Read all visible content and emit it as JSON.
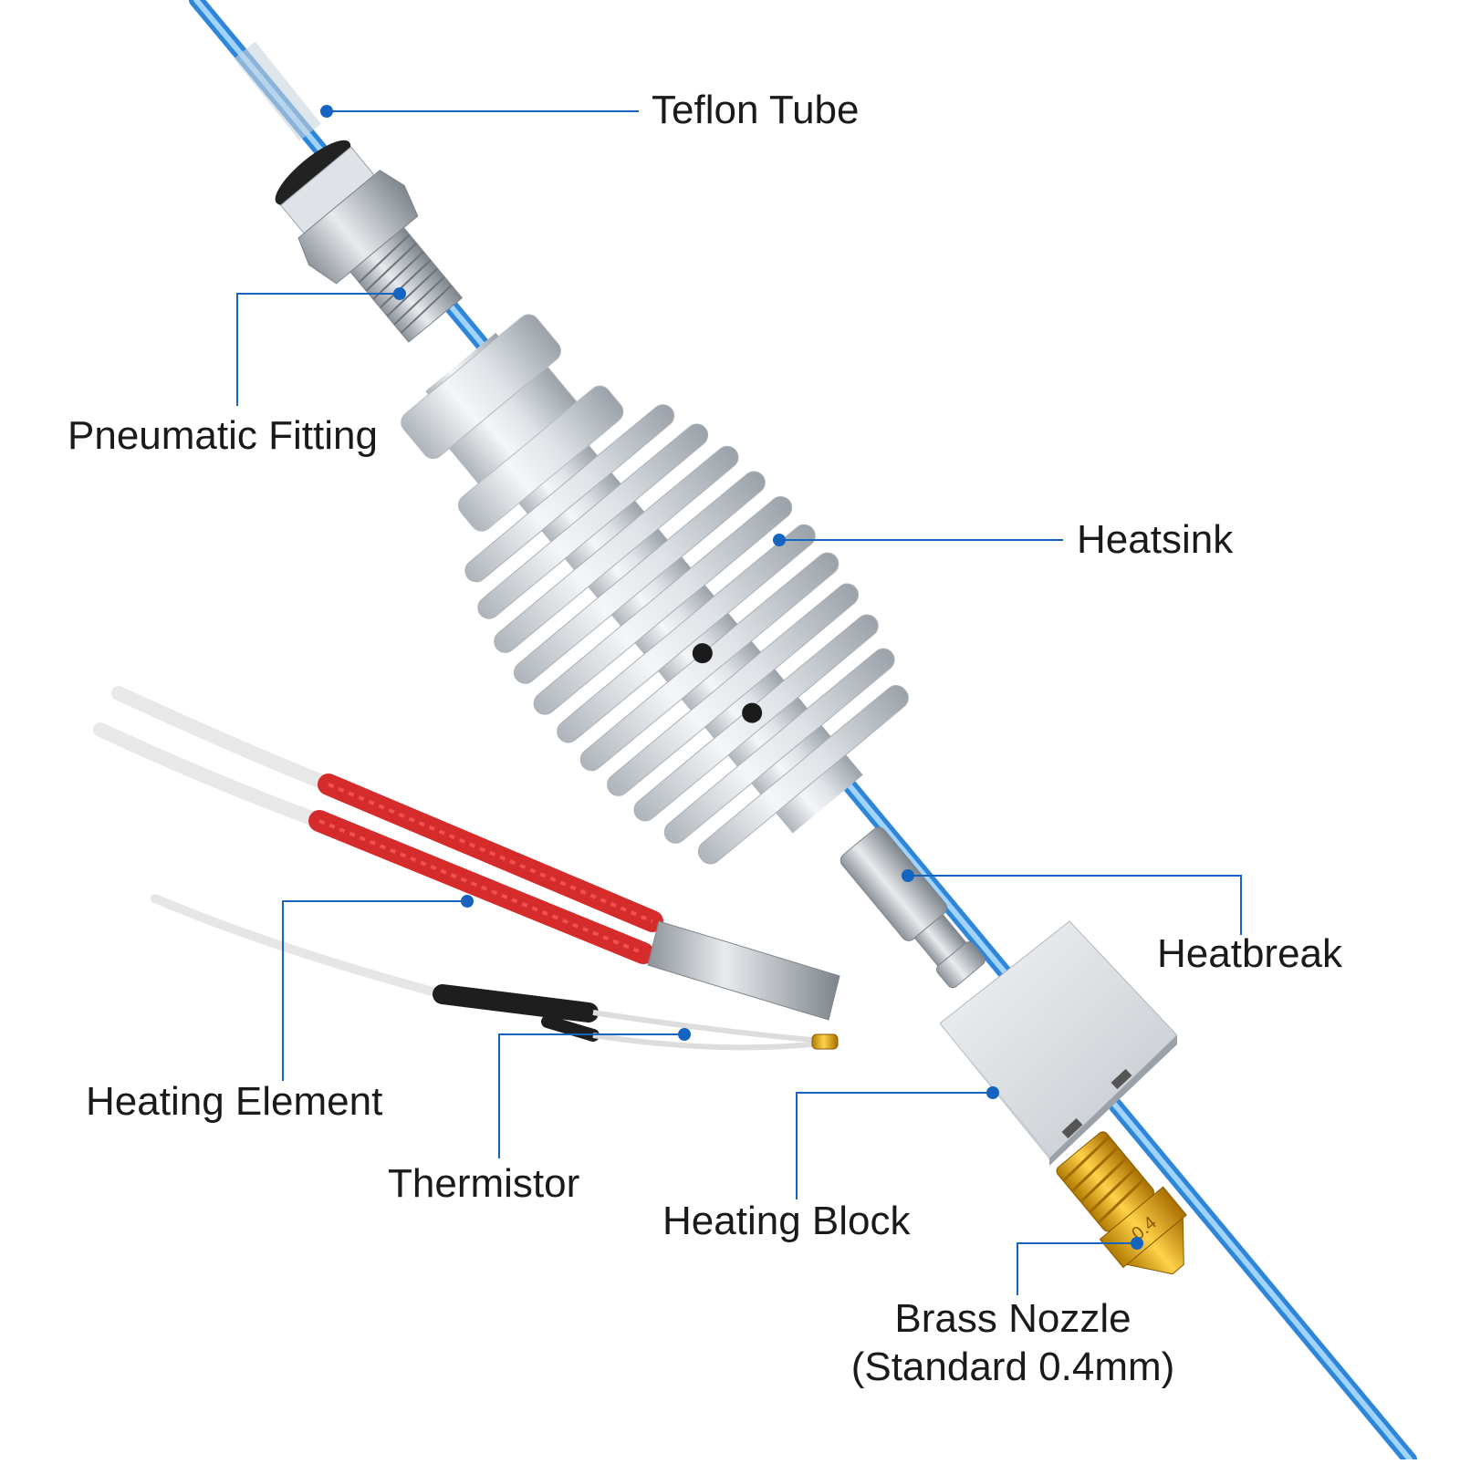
{
  "labels": {
    "teflon_tube": "Teflon Tube",
    "pneumatic_fitting": "Pneumatic Fitting",
    "heatsink": "Heatsink",
    "heatbreak": "Heatbreak",
    "heating_element": "Heating Element",
    "thermistor": "Thermistor",
    "heating_block": "Heating Block",
    "brass_nozzle": "Brass Nozzle",
    "brass_nozzle_detail": "(Standard 0.4mm)",
    "nozzle_marking": "0.4"
  },
  "colors": {
    "callout": "#1565c0",
    "filament": "#5aaee8",
    "heater_sleeve": "#d62b2b",
    "aluminum": "#d9dde1",
    "brass": "#e0a800",
    "steel": "#b8bcc1"
  },
  "icons": {
    "callout_marker": "dot"
  }
}
